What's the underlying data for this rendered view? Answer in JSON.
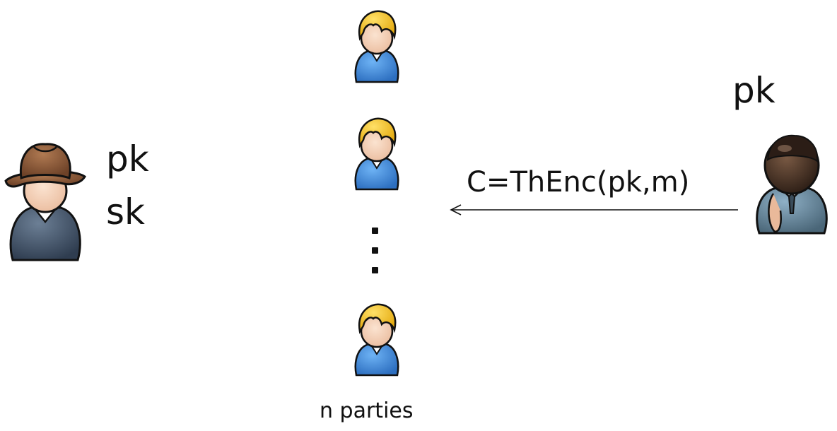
{
  "diagram": {
    "dealer_labels": {
      "pk": "pk",
      "sk": "sk"
    },
    "sender_label": "pk",
    "message": "C=ThEnc(pk,m)",
    "parties_caption": "n parties",
    "colors": {
      "dealer_hat": "#8a5a3a",
      "dealer_body": "#3d4e63",
      "party_hair": "#f2c51c",
      "party_body": "#3f86d6",
      "sender_skin": "#4a3328",
      "sender_body": "#5f7d93",
      "skin": "#f6d2b8"
    }
  }
}
